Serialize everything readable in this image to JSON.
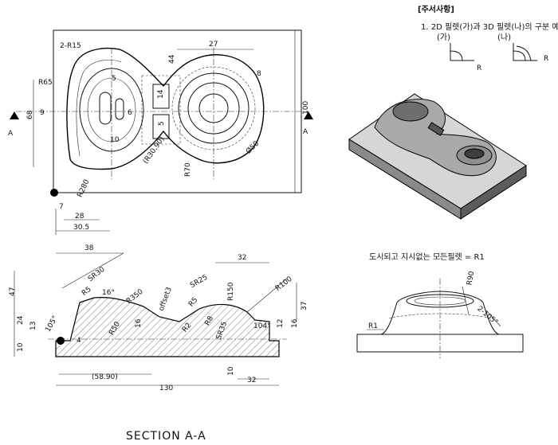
{
  "notes": {
    "header": "[주서사항]",
    "item1": "1.   2D 필렛(가)과 3D 필렛(나)의 구분 예",
    "label_ga": "(가)",
    "label_na": "(나)",
    "r_label": "R",
    "fillet_note": "도시되고 지시없는 모든필렛 = R1"
  },
  "top_view": {
    "d_2r15": "2-R15",
    "d_r65": "R65",
    "d_5": "5",
    "d_9": "9",
    "d_6": "6",
    "d_10": "10",
    "d_68": "68",
    "d_44": "44",
    "d_27": "27",
    "d_8": "8",
    "d_14": "14",
    "d_5b": "5",
    "d_100": "100",
    "d_phi50": "Ø50",
    "d_r30_90": "(R30.90)",
    "d_r70": "R70",
    "d_r280": "R280",
    "d_7": "7",
    "d_28": "28",
    "d_30_5": "30.5",
    "section_a": "A"
  },
  "section_view": {
    "d_38": "38",
    "d_sr30": "SR30",
    "d_32": "32",
    "d_r100": "R100",
    "d_47": "47",
    "d_r5": "R5",
    "d_16deg": "16°",
    "d_r350": "R350",
    "d_offset3": "offset3",
    "d_sr25": "SR25",
    "d_r5b": "R5",
    "d_r150": "R150",
    "d_37": "37",
    "d_24": "24",
    "d_13": "13",
    "d_105deg": "105°",
    "d_r50": "R50",
    "d_16": "16",
    "d_r2": "R2",
    "d_sr35": "SR35",
    "d_r8": "R8",
    "d_104deg": "104°",
    "d_12": "12",
    "d_16b": "16",
    "d_10": "10",
    "d_4": "4",
    "d_58_90": "(58.90)",
    "d_130": "130",
    "d_10b": "10",
    "d_32b": "32",
    "title": "SECTION  A-A"
  },
  "detail_view": {
    "d_r90": "R90",
    "d_2_105": "2-105°",
    "d_r1": "R1"
  }
}
